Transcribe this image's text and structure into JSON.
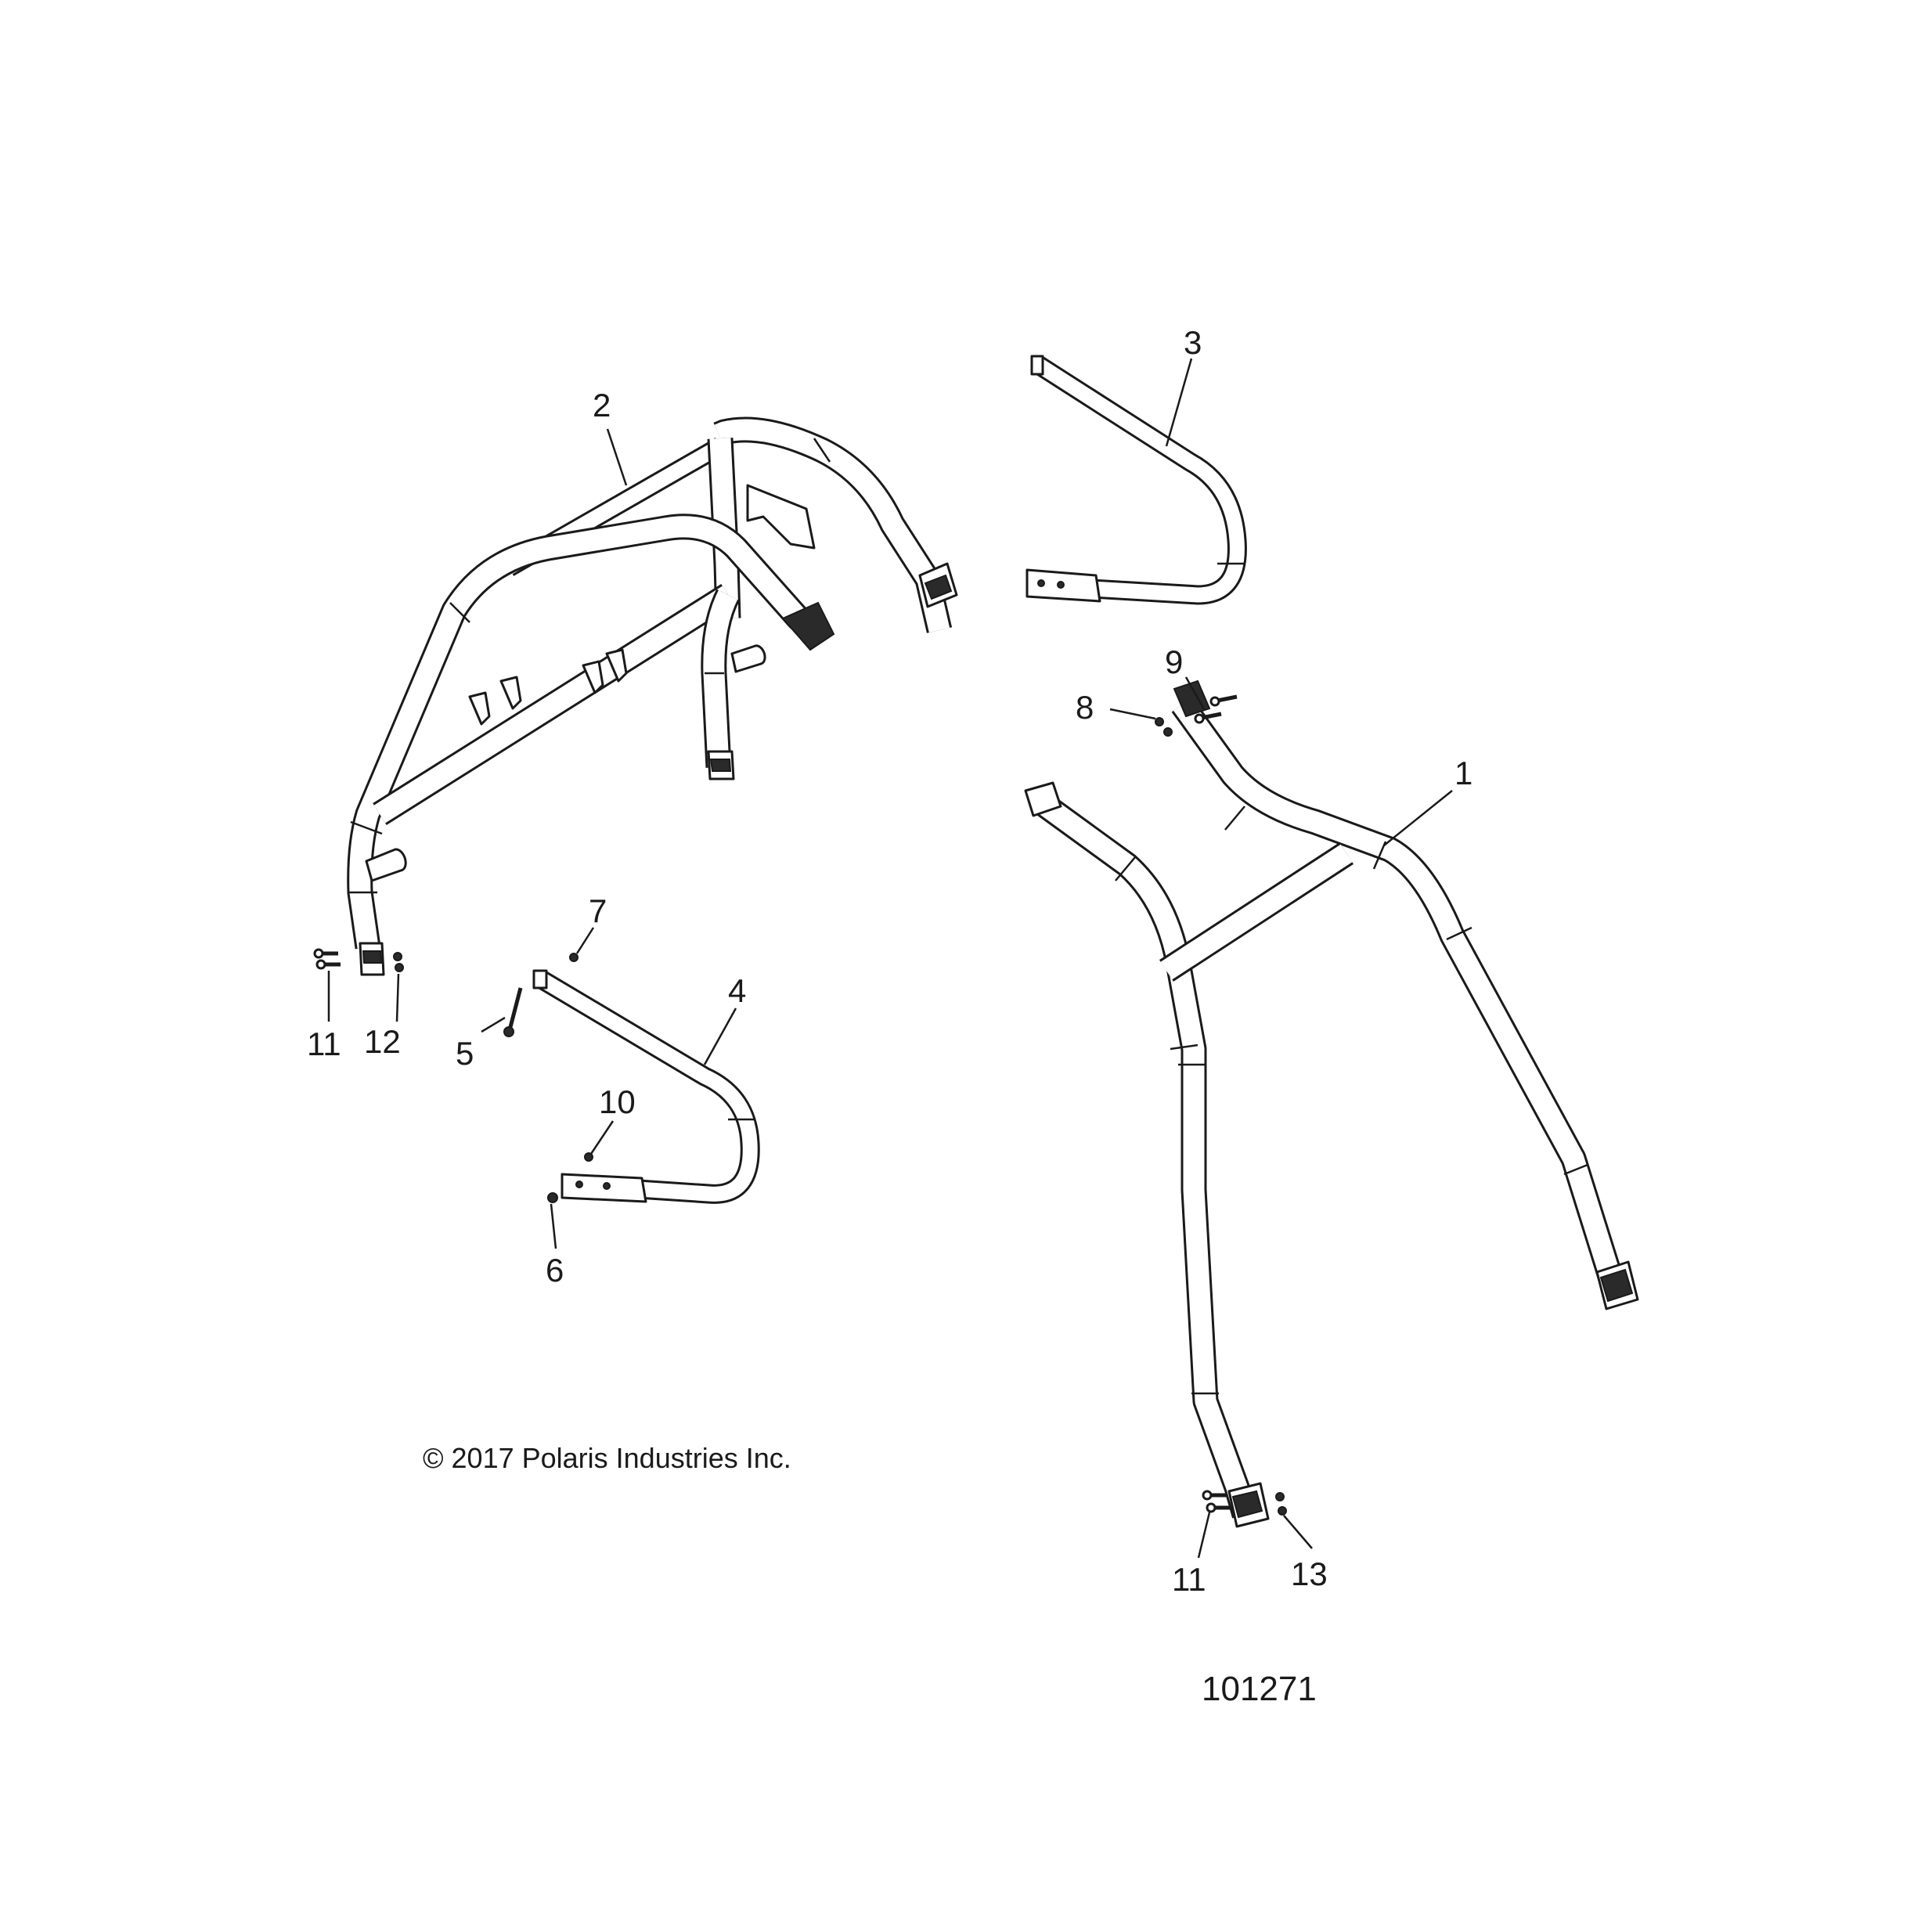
{
  "callouts": {
    "c1": "1",
    "c2": "2",
    "c3": "3",
    "c4": "4",
    "c5": "5",
    "c6": "6",
    "c7": "7",
    "c8": "8",
    "c9": "9",
    "c10": "10",
    "c11a": "11",
    "c11b": "11",
    "c12": "12",
    "c13": "13"
  },
  "copyright": "© 2017 Polaris Industries Inc.",
  "figure_number": "101271"
}
